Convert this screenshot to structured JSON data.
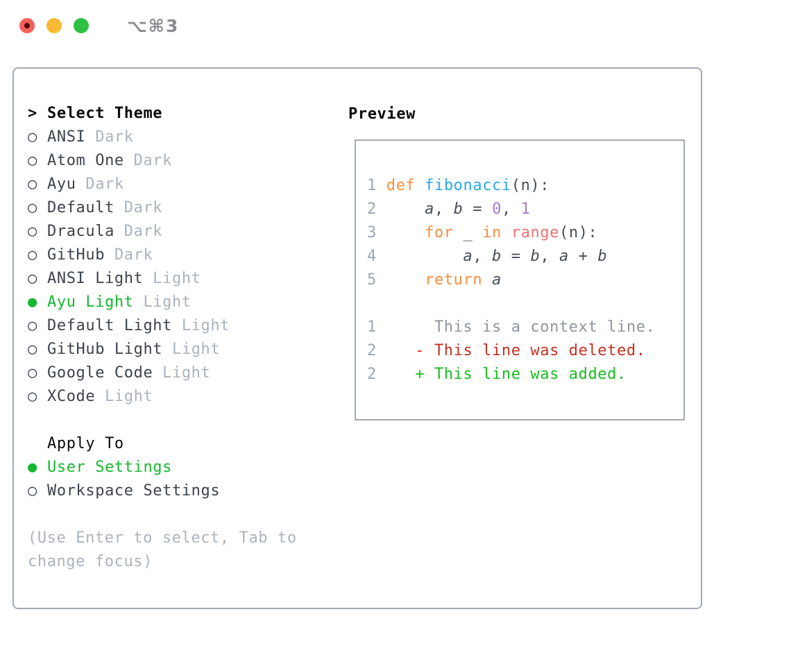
{
  "window": {
    "title": "⌥⌘3",
    "traffic_lights": [
      {
        "name": "close",
        "color": "#f4605a",
        "has_dot": true,
        "dot_color": "#4e0b06"
      },
      {
        "name": "minimize",
        "color": "#f8ba32",
        "has_dot": false
      },
      {
        "name": "zoom",
        "color": "#2fc043",
        "has_dot": false
      }
    ]
  },
  "theme_panel": {
    "header": {
      "prefix": ">",
      "label": "Select Theme"
    },
    "items": [
      {
        "name": "ANSI",
        "variant": "Dark",
        "selected": false
      },
      {
        "name": "Atom One",
        "variant": "Dark",
        "selected": false
      },
      {
        "name": "Ayu",
        "variant": "Dark",
        "selected": false
      },
      {
        "name": "Default",
        "variant": "Dark",
        "selected": false
      },
      {
        "name": "Dracula",
        "variant": "Dark",
        "selected": false
      },
      {
        "name": "GitHub",
        "variant": "Dark",
        "selected": false
      },
      {
        "name": "ANSI Light",
        "variant": "Light",
        "selected": false
      },
      {
        "name": "Ayu Light",
        "variant": "Light",
        "selected": true
      },
      {
        "name": "Default Light",
        "variant": "Light",
        "selected": false
      },
      {
        "name": "GitHub Light",
        "variant": "Light",
        "selected": false
      },
      {
        "name": "Google Code",
        "variant": "Light",
        "selected": false
      },
      {
        "name": "XCode",
        "variant": "Light",
        "selected": false
      }
    ],
    "radio_icons": {
      "unselected": "○",
      "selected": "●"
    },
    "apply_to": {
      "label": "Apply To",
      "options": [
        {
          "name": "User Settings",
          "selected": true
        },
        {
          "name": "Workspace Settings",
          "selected": false
        }
      ]
    },
    "hint": "(Use Enter to select, Tab to change focus)"
  },
  "preview": {
    "label": "Preview",
    "code_lines": [
      {
        "num": "1",
        "tokens": [
          [
            "def",
            "keyword"
          ],
          [
            " ",
            "plain"
          ],
          [
            "fibonacci",
            "function"
          ],
          [
            "(n):",
            "plain"
          ]
        ]
      },
      {
        "num": "2",
        "tokens": [
          [
            "    ",
            "plain"
          ],
          [
            "a",
            "var"
          ],
          [
            ", ",
            "plain"
          ],
          [
            "b",
            "var"
          ],
          [
            " = ",
            "plain"
          ],
          [
            "0",
            "number"
          ],
          [
            ", ",
            "plain"
          ],
          [
            "1",
            "number"
          ]
        ]
      },
      {
        "num": "3",
        "tokens": [
          [
            "    ",
            "plain"
          ],
          [
            "for",
            "keyword"
          ],
          [
            " _ ",
            "plain"
          ],
          [
            "in",
            "keyword"
          ],
          [
            " ",
            "plain"
          ],
          [
            "range",
            "call"
          ],
          [
            "(n):",
            "plain"
          ]
        ]
      },
      {
        "num": "4",
        "tokens": [
          [
            "        ",
            "plain"
          ],
          [
            "a",
            "var"
          ],
          [
            ", ",
            "plain"
          ],
          [
            "b",
            "var"
          ],
          [
            " = ",
            "plain"
          ],
          [
            "b",
            "var"
          ],
          [
            ", ",
            "plain"
          ],
          [
            "a",
            "var"
          ],
          [
            " + ",
            "plain"
          ],
          [
            "b",
            "var"
          ]
        ]
      },
      {
        "num": "5",
        "tokens": [
          [
            "    ",
            "plain"
          ],
          [
            "return",
            "keyword"
          ],
          [
            " ",
            "plain"
          ],
          [
            "a",
            "var"
          ]
        ]
      }
    ],
    "diff_lines": [
      {
        "num": "1",
        "marker": " ",
        "kind": "context",
        "text": "This is a context line."
      },
      {
        "num": "2",
        "marker": "-",
        "kind": "deleted",
        "text": "This line was deleted."
      },
      {
        "num": "2",
        "marker": "+",
        "kind": "added",
        "text": "This line was added."
      }
    ]
  },
  "colors": {
    "panel_border": "#a0aab6",
    "selected_green": "#14b72e",
    "item_text": "#3c434d",
    "muted_text": "#a9b3bf",
    "line_number": "#9aa6b2",
    "syntax_keyword": "#fa8d3e",
    "syntax_function": "#2aa5ea",
    "syntax_number": "#a37acc",
    "syntax_call": "#f07171",
    "diff_deleted": "#c5301f",
    "diff_added": "#16bd1d",
    "diff_context": "#8d96a0"
  }
}
